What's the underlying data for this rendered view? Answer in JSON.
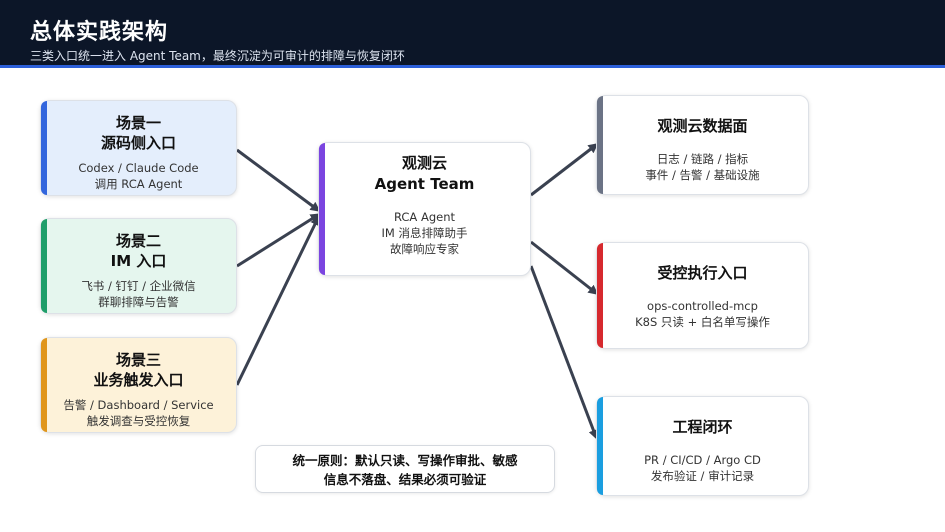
{
  "header": {
    "title": "总体实践架构",
    "subtitle": "三类入口统一进入 Agent Team，最终沉淀为可审计的排障与恢复闭环"
  },
  "scenes": [
    {
      "title_line1": "场景一",
      "title_line2": "源码侧入口",
      "desc_line1": "Codex / Claude Code",
      "desc_line2": "调用 RCA Agent",
      "accent": "#3366dd",
      "bg": "#e4eefc"
    },
    {
      "title_line1": "场景二",
      "title_line2": "IM 入口",
      "desc_line1": "飞书 / 钉钉 / 企业微信",
      "desc_line2": "群聊排障与告警",
      "accent": "#1f9e6a",
      "bg": "#e5f6ee"
    },
    {
      "title_line1": "场景三",
      "title_line2": "业务触发入口",
      "desc_line1": "告警 / Dashboard / Service",
      "desc_line2": "触发调查与受控恢复",
      "accent": "#e0961c",
      "bg": "#fdf2d9"
    }
  ],
  "center": {
    "title_line1": "观测云",
    "title_line2": "Agent Team",
    "items": [
      "RCA Agent",
      "IM 消息排障助手",
      "故障响应专家"
    ],
    "accent": "#7b45e0"
  },
  "outputs": [
    {
      "title": "观测云数据面",
      "desc_line1": "日志 / 链路 / 指标",
      "desc_line2": "事件 / 告警 / 基础设施",
      "accent": "#6b7385"
    },
    {
      "title": "受控执行入口",
      "desc_line1": "ops-controlled-mcp",
      "desc_line2": "K8S 只读 + 白名单写操作",
      "accent": "#d6292e"
    },
    {
      "title": "工程闭环",
      "desc_line1": "PR / CI/CD / Argo CD",
      "desc_line2": "发布验证 / 审计记录",
      "accent": "#1a9ee0"
    }
  ],
  "principle": {
    "line1": "统一原则：默认只读、写操作审批、敏感",
    "line2": "信息不落盘、结果必须可验证"
  },
  "colors": {
    "header_bg": "#0c1628",
    "header_rule": "#2c5fd9",
    "arrow": "#3a4150"
  }
}
